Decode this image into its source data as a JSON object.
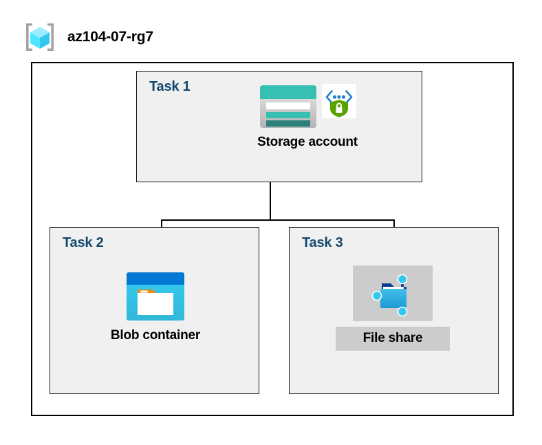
{
  "diagram": {
    "type": "azure-architecture",
    "resource_group": {
      "name": "az104-07-rg7",
      "icon": "resource-group-cube-icon"
    },
    "tasks": [
      {
        "id": "task1",
        "label": "Task 1",
        "node_caption": "Storage account",
        "icons": [
          "storage-account-icon",
          "secure-transfer-shield-icon"
        ],
        "caption_highlighted": false
      },
      {
        "id": "task2",
        "label": "Task 2",
        "node_caption": "Blob container",
        "icons": [
          "blob-container-icon"
        ],
        "caption_highlighted": false
      },
      {
        "id": "task3",
        "label": "Task 3",
        "node_caption": "File share",
        "icons": [
          "file-share-icon"
        ],
        "caption_highlighted": true
      }
    ],
    "connections": [
      {
        "from": "task1",
        "to": "task2"
      },
      {
        "from": "task1",
        "to": "task3"
      }
    ],
    "colors": {
      "task_box_fill": "#f0f0f0",
      "task_box_border": "#141414",
      "task_label": "#12486e",
      "caption": "#000000",
      "connector": "#000000",
      "highlight": "#cccccc",
      "storage_teal": "#37bfb3",
      "storage_teal_dark": "#2b8079",
      "blob_blue": "#0078d4",
      "blob_cyan": "#32c8ef",
      "shield_green": "#57a300",
      "accent_cyan": "#50e6ff"
    }
  }
}
